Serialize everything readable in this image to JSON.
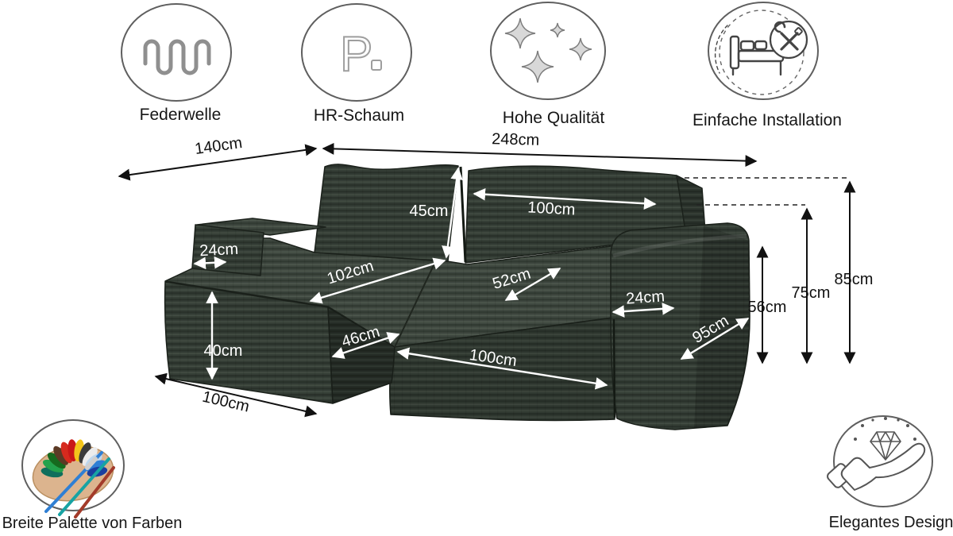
{
  "features": {
    "top": [
      {
        "label": "Federwelle"
      },
      {
        "label": "HR-Schaum"
      },
      {
        "label": "Hohe Qualität"
      },
      {
        "label": "Einfache Installation"
      }
    ],
    "bottom": [
      {
        "label": "Breite Palette von Farben"
      },
      {
        "label": "Elegantes Design"
      }
    ]
  },
  "icon_glyphs": {
    "hr_schaum_letter": "P"
  },
  "dimensions": {
    "depth_left": "140cm",
    "total_width": "248cm",
    "back_cushion_height": "45cm",
    "back_cushion_width": "100cm",
    "chaise_length": "102cm",
    "seat_depth": "52cm",
    "left_armrest_width": "24cm",
    "chaise_height": "40cm",
    "corner_seat_width": "46cm",
    "front_width": "100cm",
    "right_armrest_width": "24cm",
    "right_armrest_depth": "95cm",
    "armrest_height": "56cm",
    "backrest_height": "75cm",
    "total_height": "85cm",
    "chaise_bottom_width": "100cm"
  },
  "colors": {
    "fabric": "#39423a",
    "dimension_dark": "#111111",
    "dimension_light": "#ffffff",
    "icon_outline": "#5f5f5f"
  }
}
